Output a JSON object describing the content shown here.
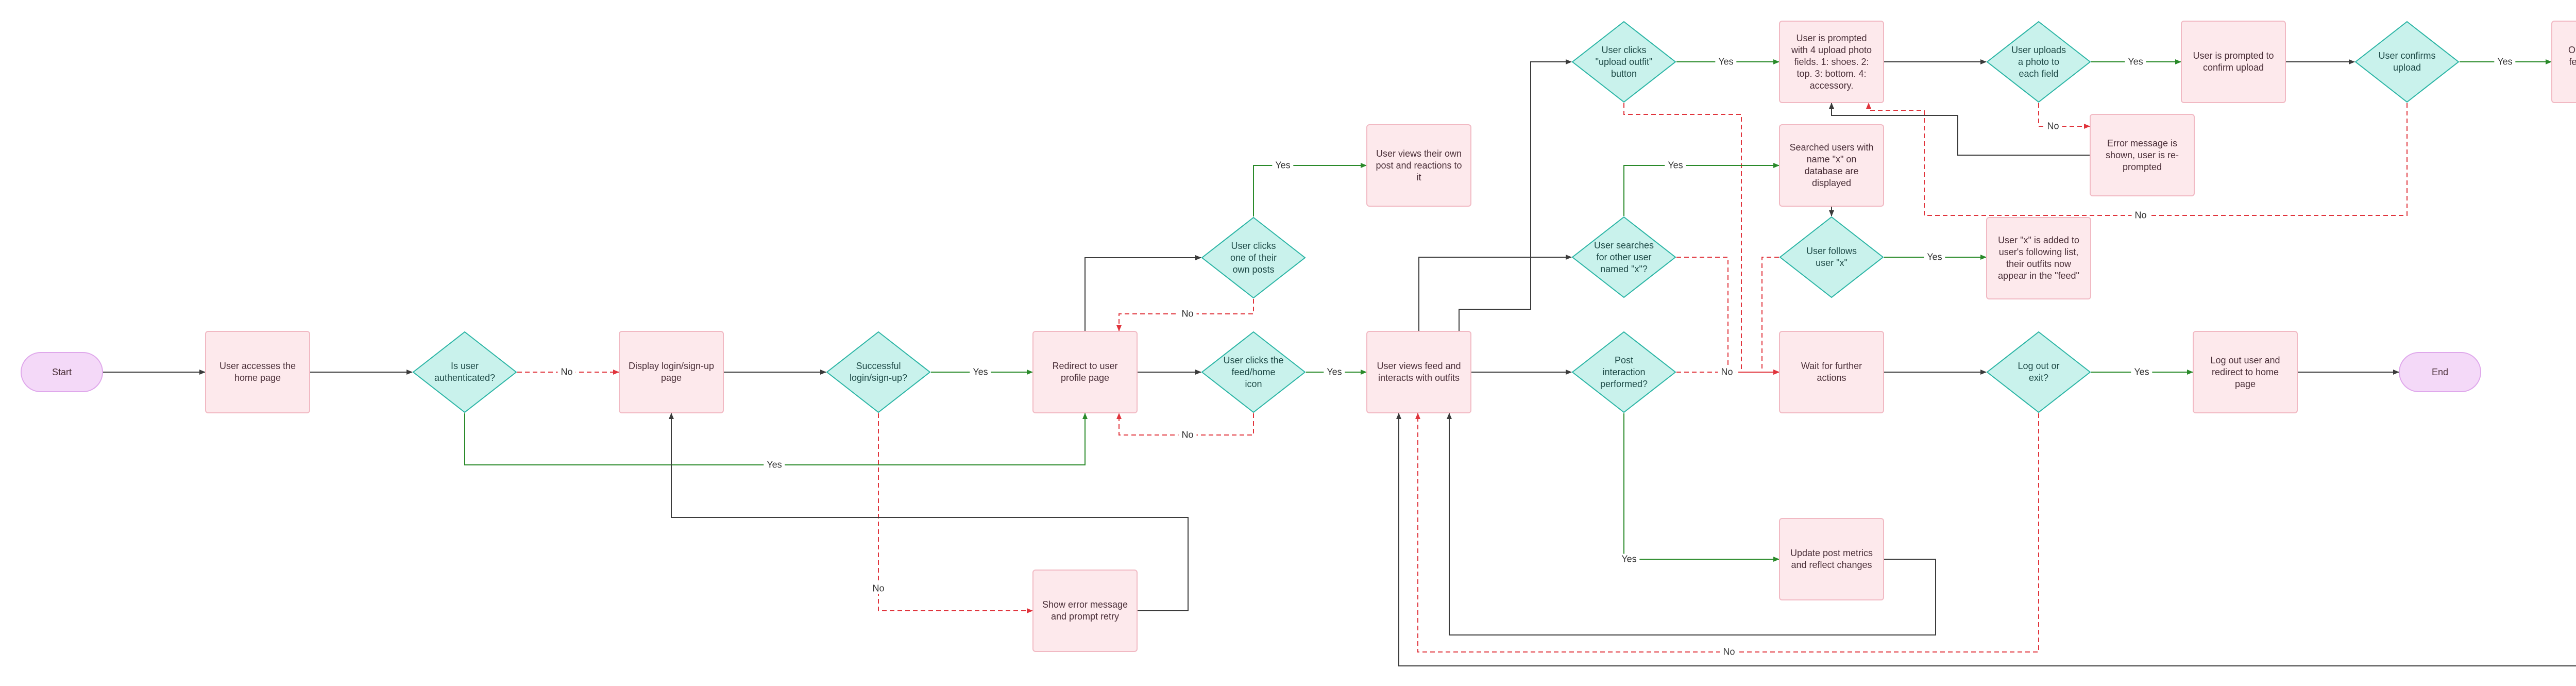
{
  "colors": {
    "process_fill": "#fde9ec",
    "process_border": "#f1b9c3",
    "decision_fill": "#c9f2ec",
    "decision_border": "#2bb5a5",
    "terminal_fill": "#f4d9f8",
    "terminal_border": "#dfa8eb",
    "edge_default": "#3b3b3b",
    "edge_yes": "#2a8a2a",
    "edge_no": "#e0343c"
  },
  "nodes": {
    "start": "Start",
    "home": "User accesses the home page",
    "auth": "Is user authenticated?",
    "login": "Display login/sign-up page",
    "success": "Successful login/sign-up?",
    "error": "Show error message and prompt retry",
    "redirect": "Redirect to user profile page",
    "ownposts": "User clicks one of their own posts",
    "viewsown": "User views their own post and reactions to it",
    "feedicon": "User clicks the feed/home icon",
    "feed": "User views feed and interacts with outfits",
    "upload": "User clicks \"upload outfit\" button",
    "search": "User searches for other user named \"x\"?",
    "postint": "Post interaction performed?",
    "prompted": "User is prompted with 4 upload photo fields. 1: shoes. 2: top. 3: bottom. 4: accessory.",
    "searched": "Searched users with name \"x\" on database are displayed",
    "follows": "User follows user \"x\"",
    "wait": "Wait for further actions",
    "metrics": "Update post metrics and reflect changes",
    "uploads": "User uploads a photo to each field",
    "errmsg": "Error message is shown, user is re-prompted",
    "added": "User \"x\" is added to user's following list, their outfits now appear in the \"feed\"",
    "logout": "Log out or exit?",
    "confirmprompt": "User is prompted to confirm upload",
    "confirms": "User confirms upload",
    "logoutredir": "Log out user and redirect to home page",
    "appears": "Outfit appears on feed and on user profile page",
    "end": "End"
  },
  "edge_labels": {
    "auth_no": "No",
    "auth_yes": "Yes",
    "success_yes": "Yes",
    "success_no": "No",
    "ownposts_yes": "Yes",
    "ownposts_no": "No",
    "feedicon_yes": "Yes",
    "feedicon_no": "No",
    "upload_yes": "Yes",
    "search_yes": "Yes",
    "postint_no": "No",
    "postint_yes": "Yes",
    "uploads_yes": "Yes",
    "uploads_no": "No",
    "follows_yes": "Yes",
    "confirms_yes": "Yes",
    "confirms_no": "No",
    "logout_yes": "Yes",
    "logout_no": "No"
  }
}
